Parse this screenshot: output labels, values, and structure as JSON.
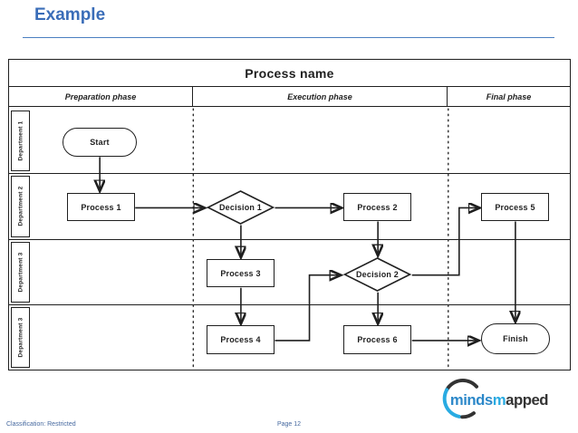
{
  "slide": {
    "title": "Example",
    "footer": {
      "classification": "Classification: Restricted",
      "page": "Page 12"
    }
  },
  "diagram": {
    "title": "Process name",
    "phases": [
      "Preparation phase",
      "Execution phase",
      "Final phase"
    ],
    "lanes": [
      "Department 1",
      "Department 2",
      "Department 3",
      "Department 3"
    ],
    "nodes": {
      "start": "Start",
      "process1": "Process 1",
      "decision1": "Decision 1",
      "process2": "Process 2",
      "process5": "Process 5",
      "process3": "Process 3",
      "decision2": "Decision 2",
      "process4": "Process 4",
      "process6": "Process 6",
      "finish": "Finish"
    }
  },
  "logo": {
    "minds": "minds",
    "m": "m",
    "apped": "apped"
  },
  "colors": {
    "accent": "#3a6db8",
    "rule": "#4a7fc1",
    "line": "#1f1f1f",
    "footer-text": "#44679e",
    "logo-cyan": "#29abe2",
    "logo-dark": "#333333"
  }
}
